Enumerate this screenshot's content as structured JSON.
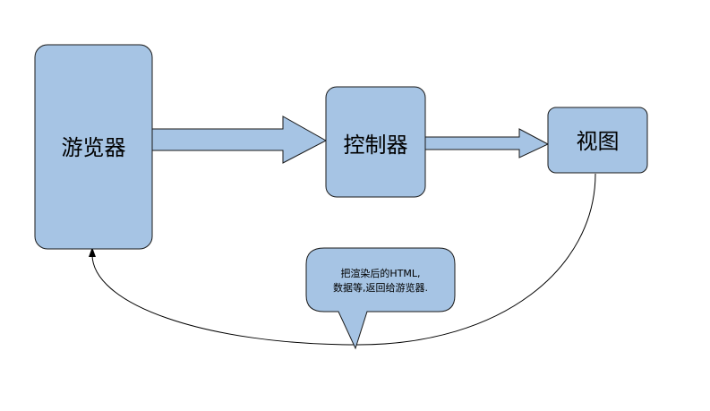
{
  "diagram": {
    "nodes": {
      "browser": {
        "label": "游览器"
      },
      "controller": {
        "label": "控制器"
      },
      "view": {
        "label": "视图"
      }
    },
    "callout": {
      "line1": "把渲染后的HTML,",
      "line2": "数据等,返回给游览器."
    },
    "colors": {
      "node_fill": "#a6c4e4",
      "node_stroke": "#1a1a1a",
      "arrow_fill": "#a6c4e4",
      "line_stroke": "#000000"
    }
  }
}
